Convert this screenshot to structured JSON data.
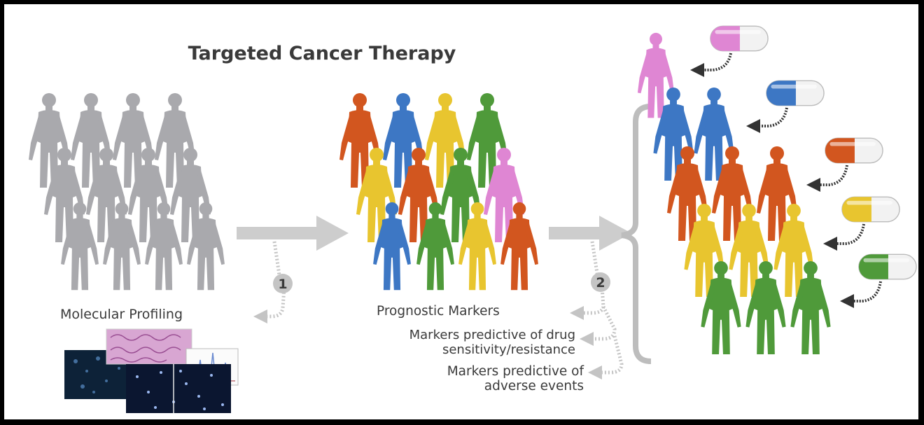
{
  "title": "Targeted Cancer Therapy",
  "steps": {
    "one": "1",
    "two": "2"
  },
  "labels": {
    "molecular_profiling": "Molecular Profiling",
    "prognostic": "Prognostic Markers",
    "sensitivity_line1": "Markers predictive of drug",
    "sensitivity_line2": "sensitivity/resistance",
    "adverse_line1": "Markers predictive of",
    "adverse_line2": "adverse events"
  },
  "colors": {
    "grey": "#a9a9ad",
    "orange": "#d2561f",
    "blue": "#3d77c4",
    "yellow": "#e8c52f",
    "green": "#4f9a3a",
    "pink": "#df86d3",
    "arrow": "#cdcdcd",
    "bracket": "#bdbdbd"
  }
}
